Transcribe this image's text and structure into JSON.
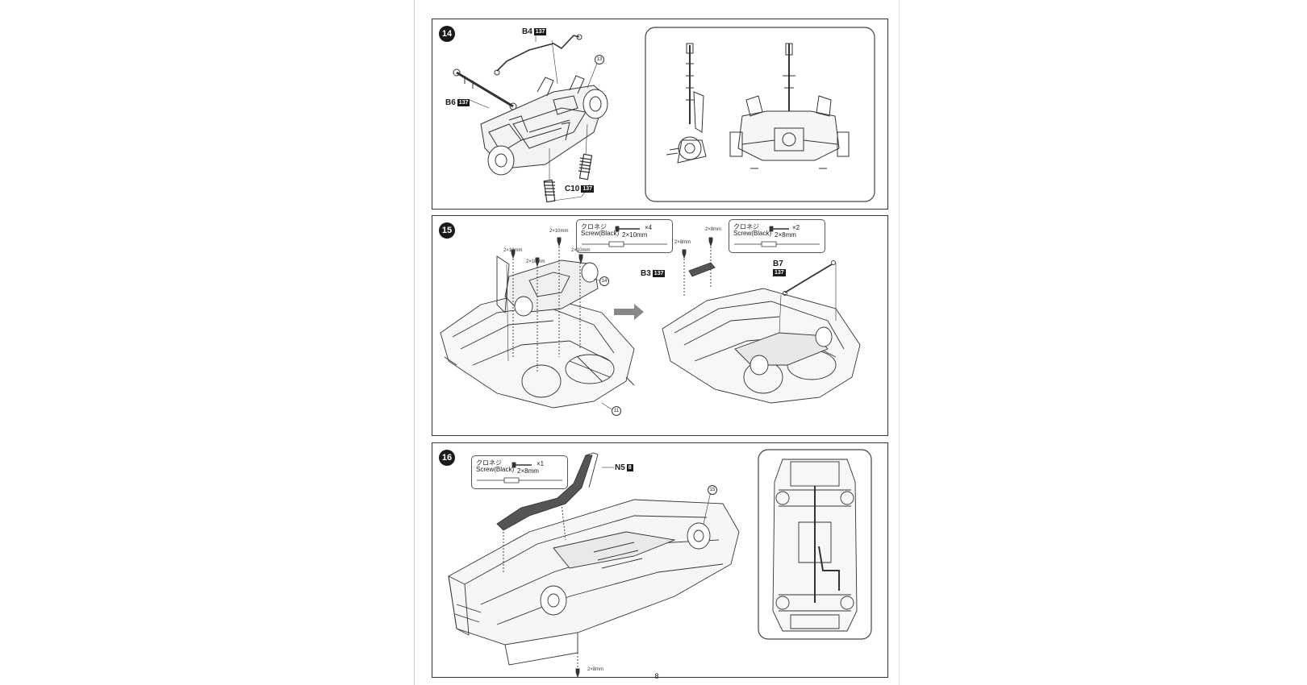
{
  "page": {
    "number": "8"
  },
  "step14": {
    "number": "14",
    "parts": [
      {
        "code": "B4",
        "tag": "137"
      },
      {
        "code": "B6",
        "tag": "137"
      },
      {
        "code": "C10",
        "tag": "137"
      }
    ],
    "ref": "13"
  },
  "step15": {
    "number": "15",
    "screw_box_left": {
      "jp": "クロネジ",
      "en": "Screw(Black)",
      "qty": "×4",
      "size": "2×10mm"
    },
    "screw_box_right": {
      "jp": "クロネジ",
      "en": "Screw(Black)",
      "qty": "×2",
      "size": "2×8mm"
    },
    "screw_labels": [
      "2×10mm",
      "2×10mm",
      "2×10mm",
      "2×10mm",
      "2×8mm",
      "2×8mm"
    ],
    "parts": [
      {
        "code": "B3",
        "tag": "137"
      },
      {
        "code": "B7",
        "tag": "137"
      }
    ],
    "refs": [
      "14",
      "11"
    ]
  },
  "step16": {
    "number": "16",
    "screw_box": {
      "jp": "クロネジ",
      "en": "Screw(Black)",
      "qty": "×1",
      "size": "2×8mm"
    },
    "parts": [
      {
        "code": "N5",
        "tag": "8"
      }
    ],
    "ref": "15",
    "screw_label": "2×8mm"
  }
}
